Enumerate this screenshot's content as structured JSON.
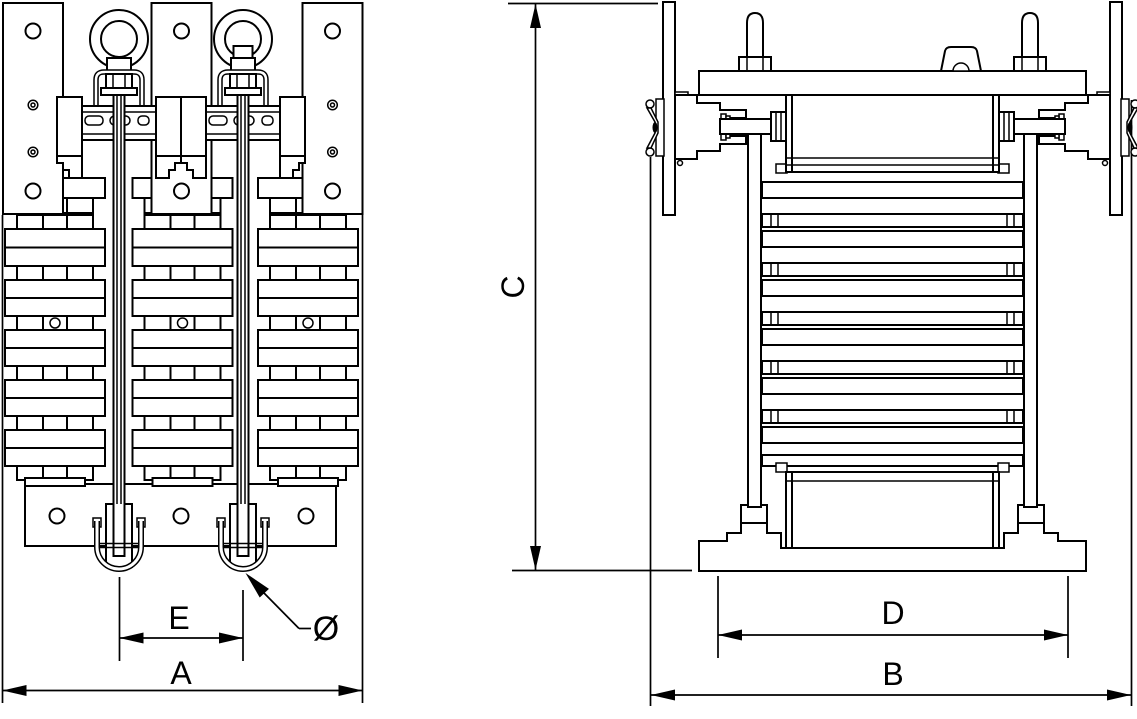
{
  "drawing": {
    "type": "technical-dimension-drawing",
    "subject": "three-phase reactor / transformer outline drawing, front and side views",
    "background_color": "#ffffff",
    "line_color": "#000000",
    "front_view": {
      "dims": {
        "overall_width": "A",
        "terminal_pitch": "E",
        "mount_hole_diameter": "Ø"
      }
    },
    "side_view": {
      "dims": {
        "overall_height": "C",
        "overall_depth": "B",
        "foot_pitch": "D"
      }
    }
  }
}
